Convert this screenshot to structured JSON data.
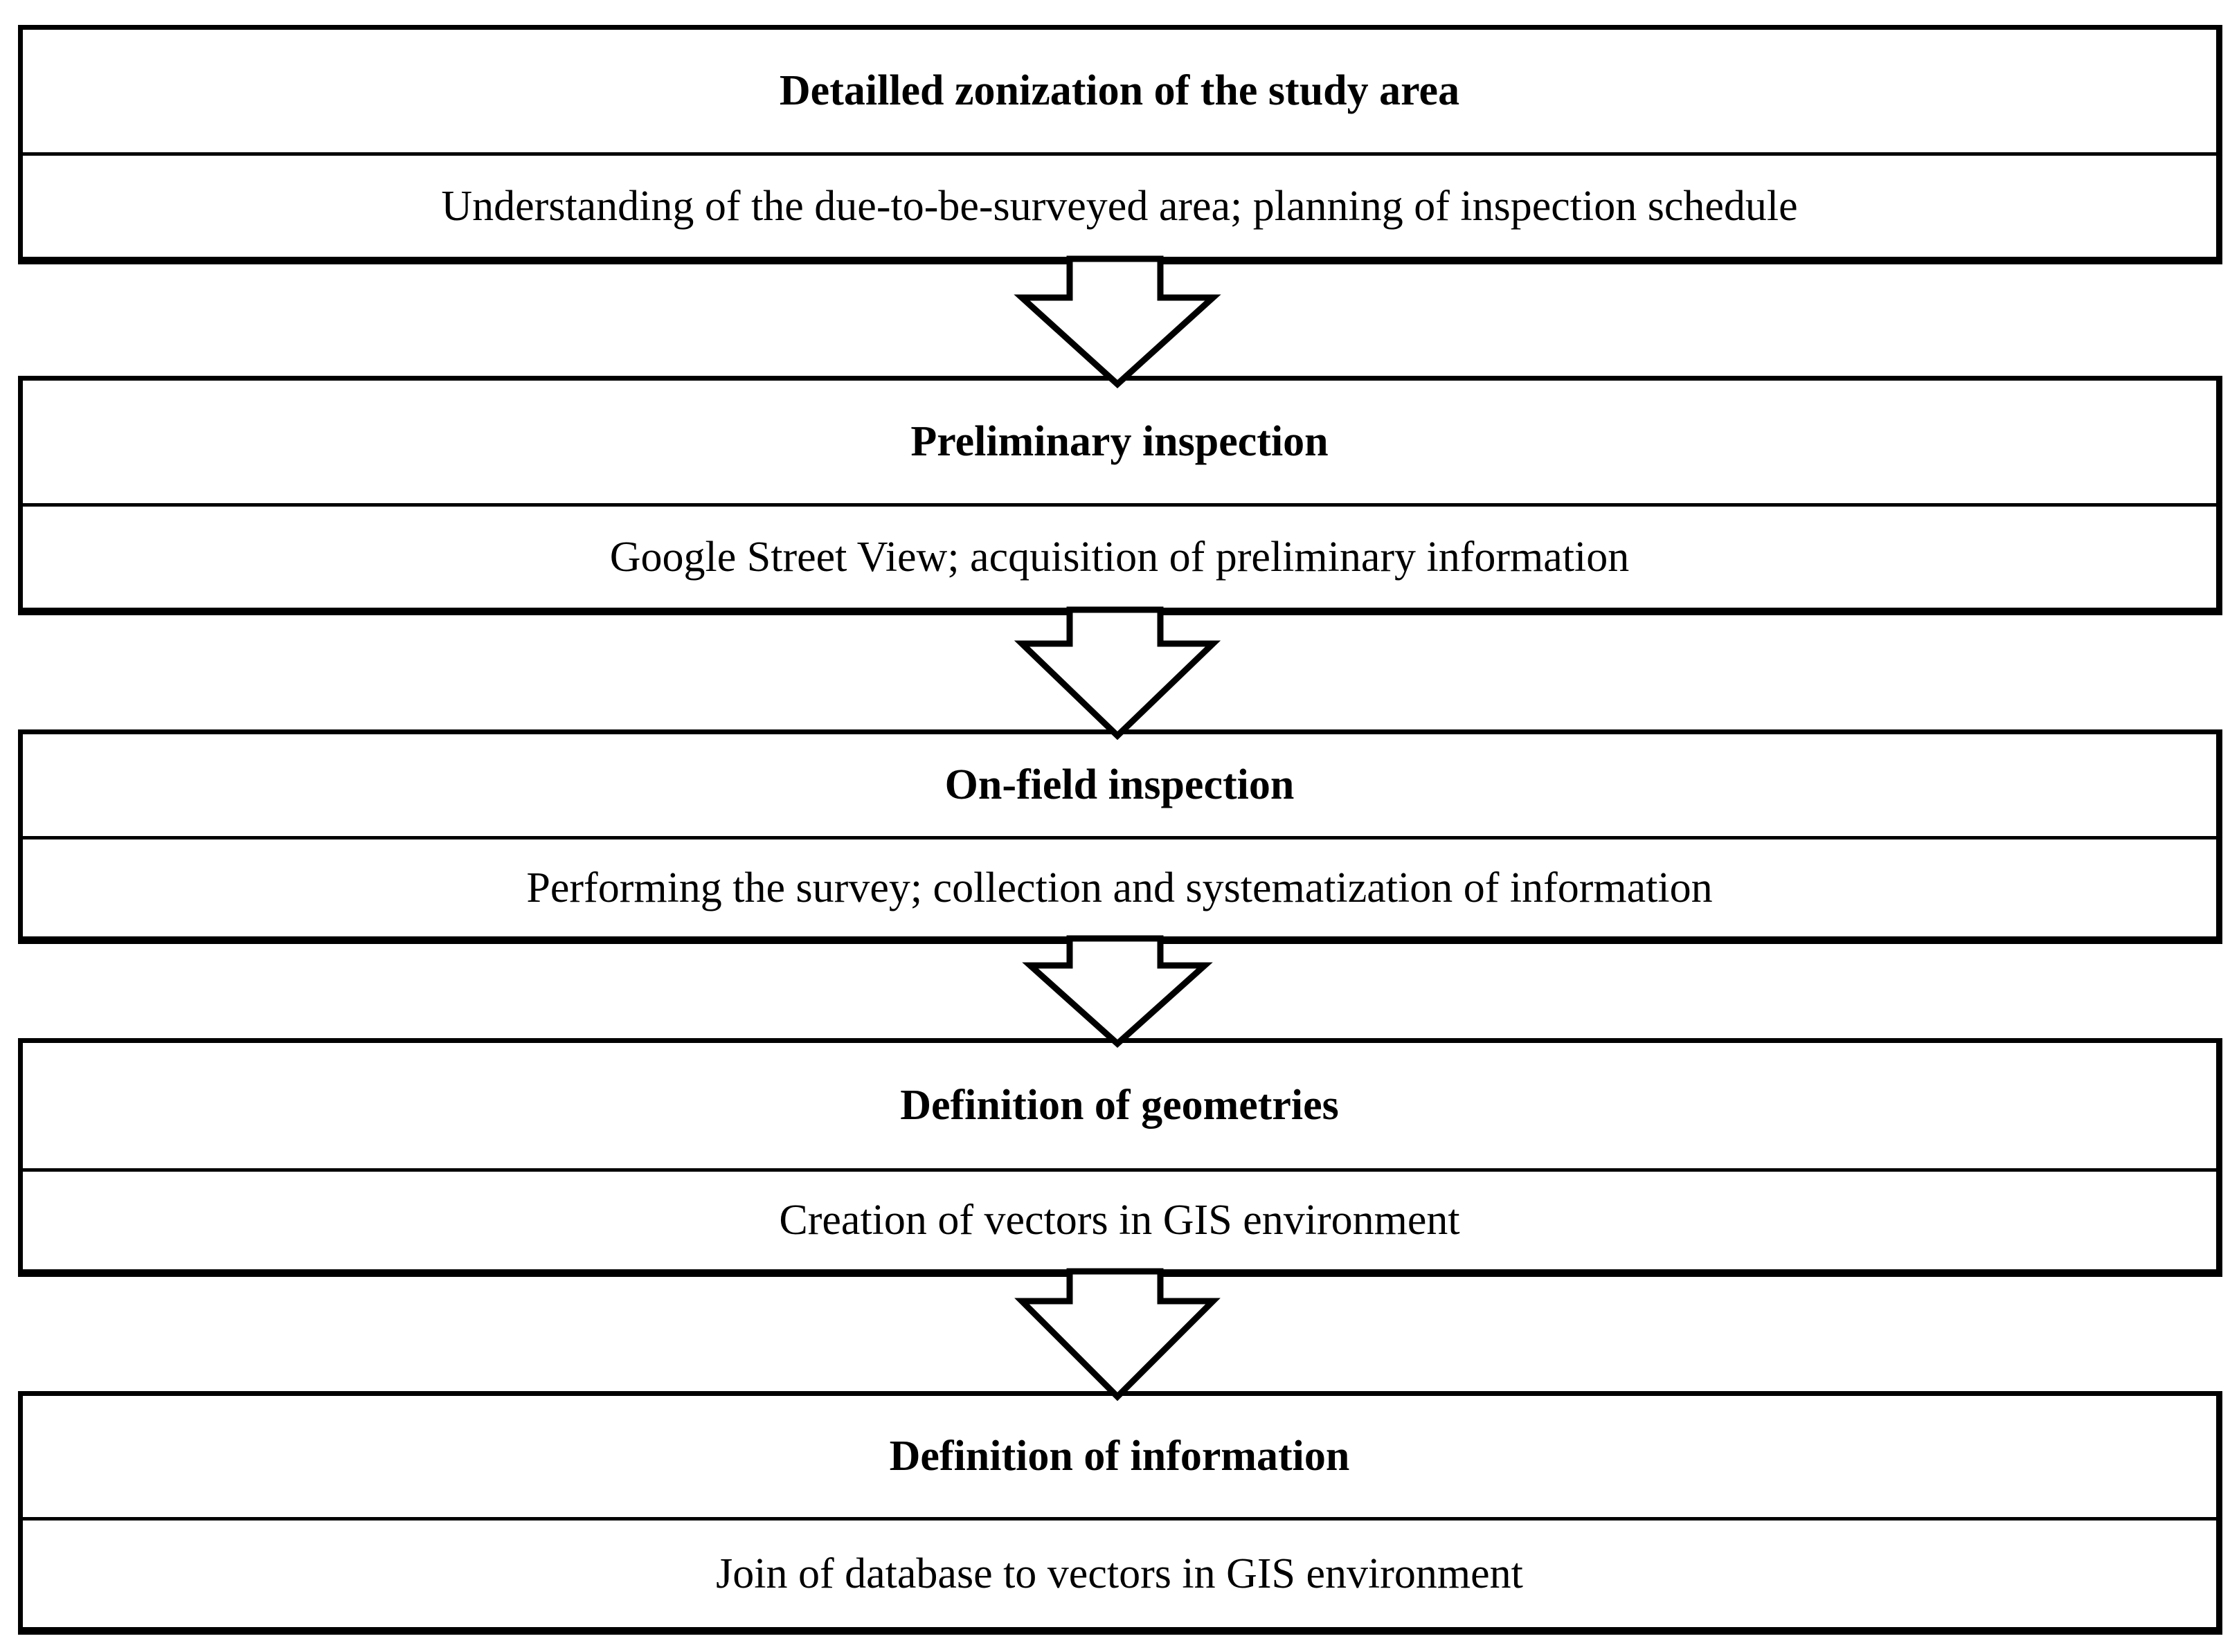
{
  "steps": [
    {
      "title": "Detailled zonization of the study area",
      "description": "Understanding of the due-to-be-surveyed area; planning of inspection schedule"
    },
    {
      "title": "Preliminary inspection",
      "description": "Google Street View; acquisition of preliminary information"
    },
    {
      "title": "On-field inspection",
      "description": "Performing the survey; collection and systematization of information"
    },
    {
      "title": "Definition of geometries",
      "description": "Creation of vectors in GIS environment"
    },
    {
      "title": "Definition of information",
      "description": "Join of database to vectors in GIS environment"
    }
  ]
}
